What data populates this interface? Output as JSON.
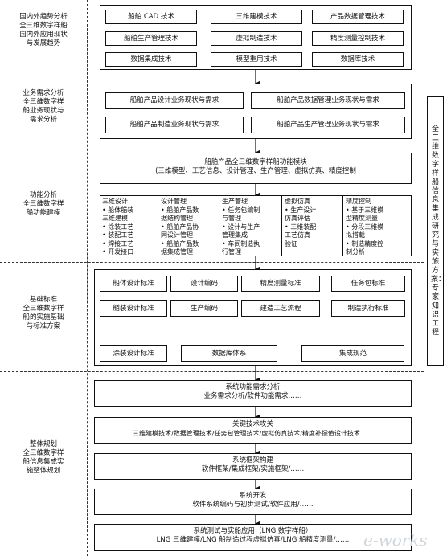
{
  "left_labels": [
    [
      "国内外趋势分析",
      "全三维数字样船",
      "国内外应用现状",
      "与发展趋势"
    ],
    [
      "业务需求分析",
      "全三维数字样",
      "船业务现状与",
      "需求分析"
    ],
    [
      "功能分析",
      "全三维数字样",
      "船功能建模"
    ],
    [
      "基础标准",
      "全三维数字样",
      "船的实施基础",
      "与标准方案"
    ],
    [
      "整体规划",
      "全三维数字样",
      "船信息集成实",
      "施整体规划"
    ]
  ],
  "trend_items": [
    "船舶 CAD 技术",
    "三维建模技术",
    "产品数据管理技术",
    "船舶生产管理技术",
    "虚拟制造技术",
    "精度测量控制技术",
    "数据集成技术",
    "模型重用技术",
    "数据库技术"
  ],
  "needs_items": [
    "船舶产品设计业务现状与需求",
    "船舶产品数据管理业务现状与需求",
    "船舶产品制造业务现状与需求",
    "船舶产品生产管理业务现状与需求"
  ],
  "function_header": {
    "title": "船舶产品全三维数字样船功能模块",
    "subtitle": "(三维模型、工艺信息、设计管理、生产管理、虚拟仿真、精度控制"
  },
  "function_columns": [
    "三维设计\n• 船体艏装\n   三维建模\n• 涂装工艺\n• 装配工艺\n• 焊接工艺\n• 开发接口",
    "设计管理\n• 船舶产品数\n   据结构管理\n• 船舶产品协\n   同设计管理\n• 船舶产品数\n   据集成管理",
    "生产管理\n• 任务包编制\n   与管理\n• 设计与生产\n   管理集成\n• 车间制造执\n   行管理",
    "虚拟仿真\n• 生产设计\n   仿真评估\n• 三维装配\n   工艺仿真\n   验证",
    "精度控制\n• 基于三维模\n   型精度测量\n• 分段三维模\n   拟搭载\n• 制造精度控\n   制分析"
  ],
  "standards_items": [
    "船体设计标准",
    "设计编码",
    "精度测量标准",
    "任务包标准",
    "艏装设计标准",
    "生产编码",
    "建造工艺流程",
    "制造执行标准",
    "涂装设计标准",
    "数据库体系",
    "集成规范"
  ],
  "plan_steps": [
    {
      "title": "系统功能需求分析",
      "detail": "业务需求分析/软件功能需求……"
    },
    {
      "title": "关键技术攻关",
      "detail": "三维建模技术/数据管理技术/任务包管理技术/虚拟仿真技术/精度补偿值设计技术……"
    },
    {
      "title": "系统框架构建",
      "detail": "软件框架/集成框架/实施框架/……"
    },
    {
      "title": "系统开发",
      "detail": "软件系统编码与初步测试/软件应用/……"
    },
    {
      "title": "系统测试与实船应用（LNG 数字样船）",
      "detail": "LNG 三维建模/LNG 船制造过程虚拟仿真/LNG 船精度测量/……"
    }
  ],
  "side_title": "全三维数字样船信息集成研究与实施方案：专家知识工程",
  "watermark": "e-works"
}
